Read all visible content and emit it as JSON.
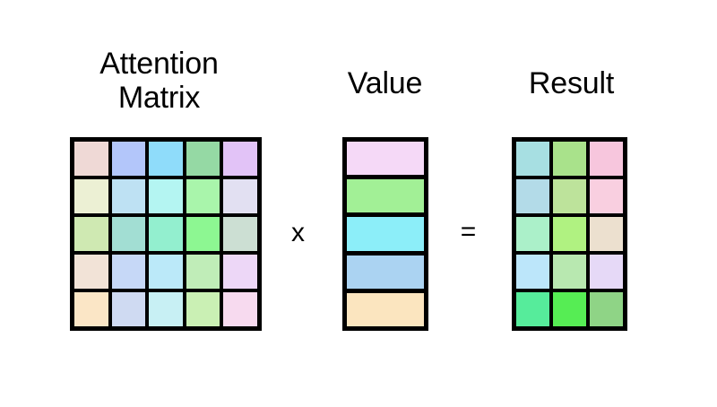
{
  "labels": {
    "attention_matrix": "Attention\nMatrix",
    "value": "Value",
    "result": "Result",
    "multiply_operator": "x",
    "equals_operator": "="
  },
  "diagram": {
    "type": "matrix-multiplication",
    "equation": "Attention Matrix x Value = Result",
    "background": "#ffffff",
    "grid_line_color": "#000000",
    "text_color": "#000000"
  },
  "attention_matrix": {
    "rows": 5,
    "cols": 5,
    "cells": [
      [
        "#efd9d6",
        "#b3c6fa",
        "#8fdcfa",
        "#95d9a4",
        "#e2c3f7"
      ],
      [
        "#ecf0d4",
        "#bee1f3",
        "#b4f5f2",
        "#a9f5ab",
        "#e2e0f2"
      ],
      [
        "#cfe9b2",
        "#a2ded3",
        "#93efcf",
        "#8df792",
        "#ccdfd3"
      ],
      [
        "#f2e3d7",
        "#c6d8f7",
        "#bbe9f9",
        "#c0edb8",
        "#edd7f7"
      ],
      [
        "#fbe6c6",
        "#cfdaf2",
        "#c8f0f4",
        "#caf0b4",
        "#f7daef"
      ]
    ]
  },
  "value_matrix": {
    "rows": 5,
    "cols": 1,
    "cells": [
      [
        "#f5d9f7"
      ],
      [
        "#a2f096",
        ""
      ],
      [
        "#8ceef9"
      ],
      [
        "#abd3f2"
      ],
      [
        "#fbe5bf"
      ]
    ]
  },
  "result_matrix": {
    "rows": 5,
    "cols": 3,
    "cells": [
      [
        "#a7dfe2",
        "#a9e28b",
        "#f7c6dd"
      ],
      [
        "#b3dbe8",
        "#bde39b",
        "#f9cfe0"
      ],
      [
        "#abf0c9",
        "#b0f281",
        "#ece0cf"
      ],
      [
        "#bce6fa",
        "#b8e8b0",
        "#e6d9f7"
      ],
      [
        "#56ec9b",
        "#56ed54",
        "#8fd486"
      ]
    ]
  }
}
